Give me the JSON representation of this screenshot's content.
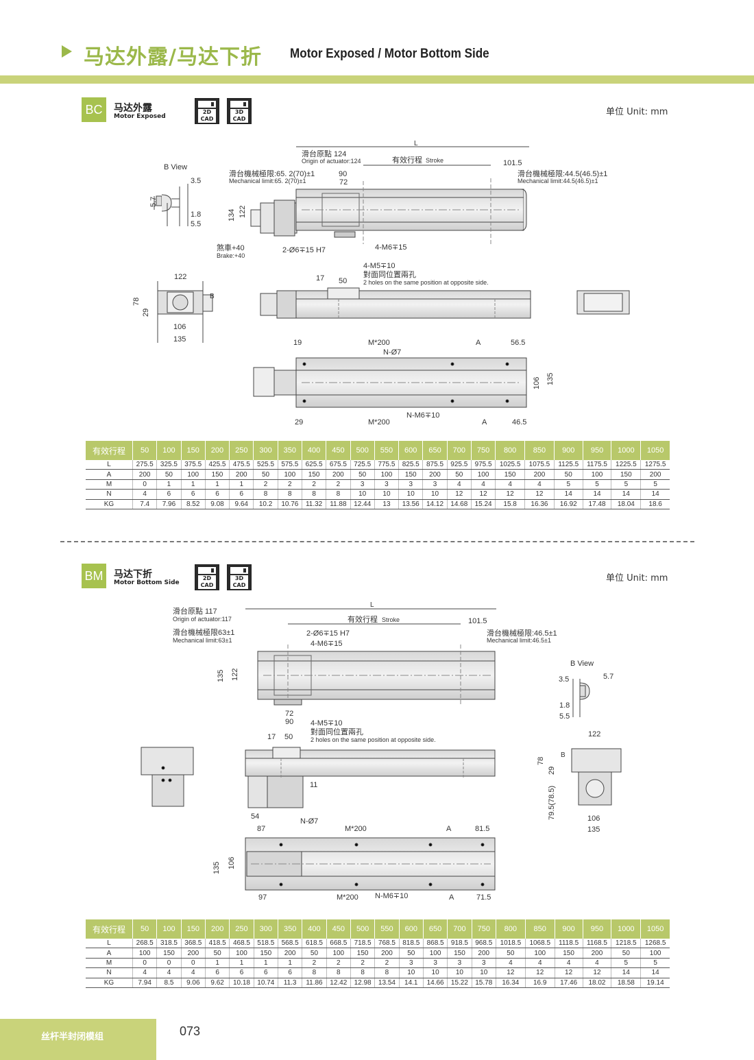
{
  "header": {
    "title_cn": "马达外露/马达下折",
    "title_en": "Motor Exposed / Motor Bottom Side"
  },
  "sections": [
    {
      "code": "BC",
      "name_cn": "马达外露",
      "name_en": "Motor Exposed",
      "cad": [
        "2D\nCAD",
        "3D\nCAD"
      ],
      "unit": "单位 Unit: mm",
      "labels": {
        "bview": "B View",
        "L": "L",
        "origin_cn": "滑台原點 124",
        "origin_en": "Origin of actuator:124",
        "stroke_cn": "有效行程",
        "stroke_en": "Stroke",
        "mech_l_cn": "滑台機械極限:65. 2(70)±1",
        "mech_l_en": "Mechanical limit:65. 2(70)±1",
        "mech_r_cn": "滑台機械極限:44.5(46.5)±1",
        "mech_r_en": "Mechanical limit:44.5(46.5)±1",
        "brake_cn": "煞車+40",
        "brake_en": "Brake:+40",
        "hole_dowel": "2-Ø6∓15 H7",
        "hole_m6": "4-M6∓15",
        "hole_m5": "4-M5∓10",
        "opp_cn": "對面同位置兩孔",
        "opp_en": "2 holes on the same position at opposite side.",
        "d101": "101.5",
        "d90": "90",
        "d72": "72",
        "d134": "134",
        "d122": "122",
        "d35": "3.5",
        "d57": "5.7",
        "d18": "1.8",
        "d55": "5.5",
        "d17": "17",
        "d50": "50",
        "s122": "122",
        "s78": "78",
        "s29": "29",
        "s106": "106",
        "s135": "135",
        "sB": "B",
        "b19": "19",
        "bM": "M*200",
        "bA": "A",
        "b565": "56.5",
        "bN7": "N-Ø7",
        "b106": "106",
        "b135": "135",
        "b29": "29",
        "bM2": "M*200",
        "bNM6": "N-M6∓10",
        "bA2": "A",
        "b465": "46.5"
      },
      "table": {
        "header_label": "有效行程",
        "strokes": [
          "50",
          "100",
          "150",
          "200",
          "250",
          "300",
          "350",
          "400",
          "450",
          "500",
          "550",
          "600",
          "650",
          "700",
          "750",
          "800",
          "850",
          "900",
          "950",
          "1000",
          "1050"
        ],
        "rows": [
          {
            "label": "L",
            "values": [
              "275.5",
              "325.5",
              "375.5",
              "425.5",
              "475.5",
              "525.5",
              "575.5",
              "625.5",
              "675.5",
              "725.5",
              "775.5",
              "825.5",
              "875.5",
              "925.5",
              "975.5",
              "1025.5",
              "1075.5",
              "1125.5",
              "1175.5",
              "1225.5",
              "1275.5"
            ]
          },
          {
            "label": "A",
            "values": [
              "200",
              "50",
              "100",
              "150",
              "200",
              "50",
              "100",
              "150",
              "200",
              "50",
              "100",
              "150",
              "200",
              "50",
              "100",
              "150",
              "200",
              "50",
              "100",
              "150",
              "200"
            ]
          },
          {
            "label": "M",
            "values": [
              "0",
              "1",
              "1",
              "1",
              "1",
              "2",
              "2",
              "2",
              "2",
              "3",
              "3",
              "3",
              "3",
              "4",
              "4",
              "4",
              "4",
              "5",
              "5",
              "5",
              "5"
            ]
          },
          {
            "label": "N",
            "values": [
              "4",
              "6",
              "6",
              "6",
              "6",
              "8",
              "8",
              "8",
              "8",
              "10",
              "10",
              "10",
              "10",
              "12",
              "12",
              "12",
              "12",
              "14",
              "14",
              "14",
              "14"
            ]
          },
          {
            "label": "KG",
            "values": [
              "7.4",
              "7.96",
              "8.52",
              "9.08",
              "9.64",
              "10.2",
              "10.76",
              "11.32",
              "11.88",
              "12.44",
              "13",
              "13.56",
              "14.12",
              "14.68",
              "15.24",
              "15.8",
              "16.36",
              "16.92",
              "17.48",
              "18.04",
              "18.6"
            ]
          }
        ]
      }
    },
    {
      "code": "BM",
      "name_cn": "马达下折",
      "name_en": "Motor Bottom Side",
      "cad": [
        "2D\nCAD",
        "3D\nCAD"
      ],
      "unit": "单位 Unit: mm",
      "labels": {
        "bview": "B View",
        "L": "L",
        "origin_cn": "滑台原點 117",
        "origin_en": "Origin of actuator:117",
        "stroke_cn": "有效行程",
        "stroke_en": "Stroke",
        "mech_l_cn": "滑台機械極限63±1",
        "mech_l_en": "Mechanical limit:63±1",
        "mech_r_cn": "滑台機械極限:46.5±1",
        "mech_r_en": "Mechanical limit:46.5±1",
        "hole_dowel": "2-Ø6∓15 H7",
        "hole_m6": "4-M6∓15",
        "hole_m5": "4-M5∓10",
        "opp_cn": "對面同位置兩孔",
        "opp_en": "2 holes on the same position at opposite side.",
        "d101": "101.5",
        "d135": "135",
        "d122": "122",
        "d72": "72",
        "d90": "90",
        "d35": "3.5",
        "d57": "5.7",
        "d18": "1.8",
        "d55": "5.5",
        "d17": "17",
        "d50": "50",
        "d11": "11",
        "d54": "54",
        "s122": "122",
        "s78": "78",
        "s29": "29",
        "s795": "79.5(78.5)",
        "s106": "106",
        "s135": "135",
        "sB": "B",
        "bN7": "N-Ø7",
        "b87": "87",
        "bM": "M*200",
        "bA": "A",
        "b815": "81.5",
        "b135": "135",
        "b106": "106",
        "b97": "97",
        "bM2": "M*200",
        "bNM6": "N-M6∓10",
        "bA2": "A",
        "b715": "71.5"
      },
      "table": {
        "header_label": "有效行程",
        "strokes": [
          "50",
          "100",
          "150",
          "200",
          "250",
          "300",
          "350",
          "400",
          "450",
          "500",
          "550",
          "600",
          "650",
          "700",
          "750",
          "800",
          "850",
          "900",
          "950",
          "1000",
          "1050"
        ],
        "rows": [
          {
            "label": "L",
            "values": [
              "268.5",
              "318.5",
              "368.5",
              "418.5",
              "468.5",
              "518.5",
              "568.5",
              "618.5",
              "668.5",
              "718.5",
              "768.5",
              "818.5",
              "868.5",
              "918.5",
              "968.5",
              "1018.5",
              "1068.5",
              "1118.5",
              "1168.5",
              "1218.5",
              "1268.5"
            ]
          },
          {
            "label": "A",
            "values": [
              "100",
              "150",
              "200",
              "50",
              "100",
              "150",
              "200",
              "50",
              "100",
              "150",
              "200",
              "50",
              "100",
              "150",
              "200",
              "50",
              "100",
              "150",
              "200",
              "50",
              "100"
            ]
          },
          {
            "label": "M",
            "values": [
              "0",
              "0",
              "0",
              "1",
              "1",
              "1",
              "1",
              "2",
              "2",
              "2",
              "2",
              "3",
              "3",
              "3",
              "3",
              "4",
              "4",
              "4",
              "4",
              "5",
              "5"
            ]
          },
          {
            "label": "N",
            "values": [
              "4",
              "4",
              "4",
              "6",
              "6",
              "6",
              "6",
              "8",
              "8",
              "8",
              "8",
              "10",
              "10",
              "10",
              "10",
              "12",
              "12",
              "12",
              "12",
              "14",
              "14"
            ]
          },
          {
            "label": "KG",
            "values": [
              "7.94",
              "8.5",
              "9.06",
              "9.62",
              "10.18",
              "10.74",
              "11.3",
              "11.86",
              "12.42",
              "12.98",
              "13.54",
              "14.1",
              "14.66",
              "15.22",
              "15.78",
              "16.34",
              "16.9",
              "17.46",
              "18.02",
              "18.58",
              "19.14"
            ]
          }
        ]
      }
    }
  ],
  "footer": {
    "label": "丝杆半封闭模组",
    "page": "073"
  }
}
